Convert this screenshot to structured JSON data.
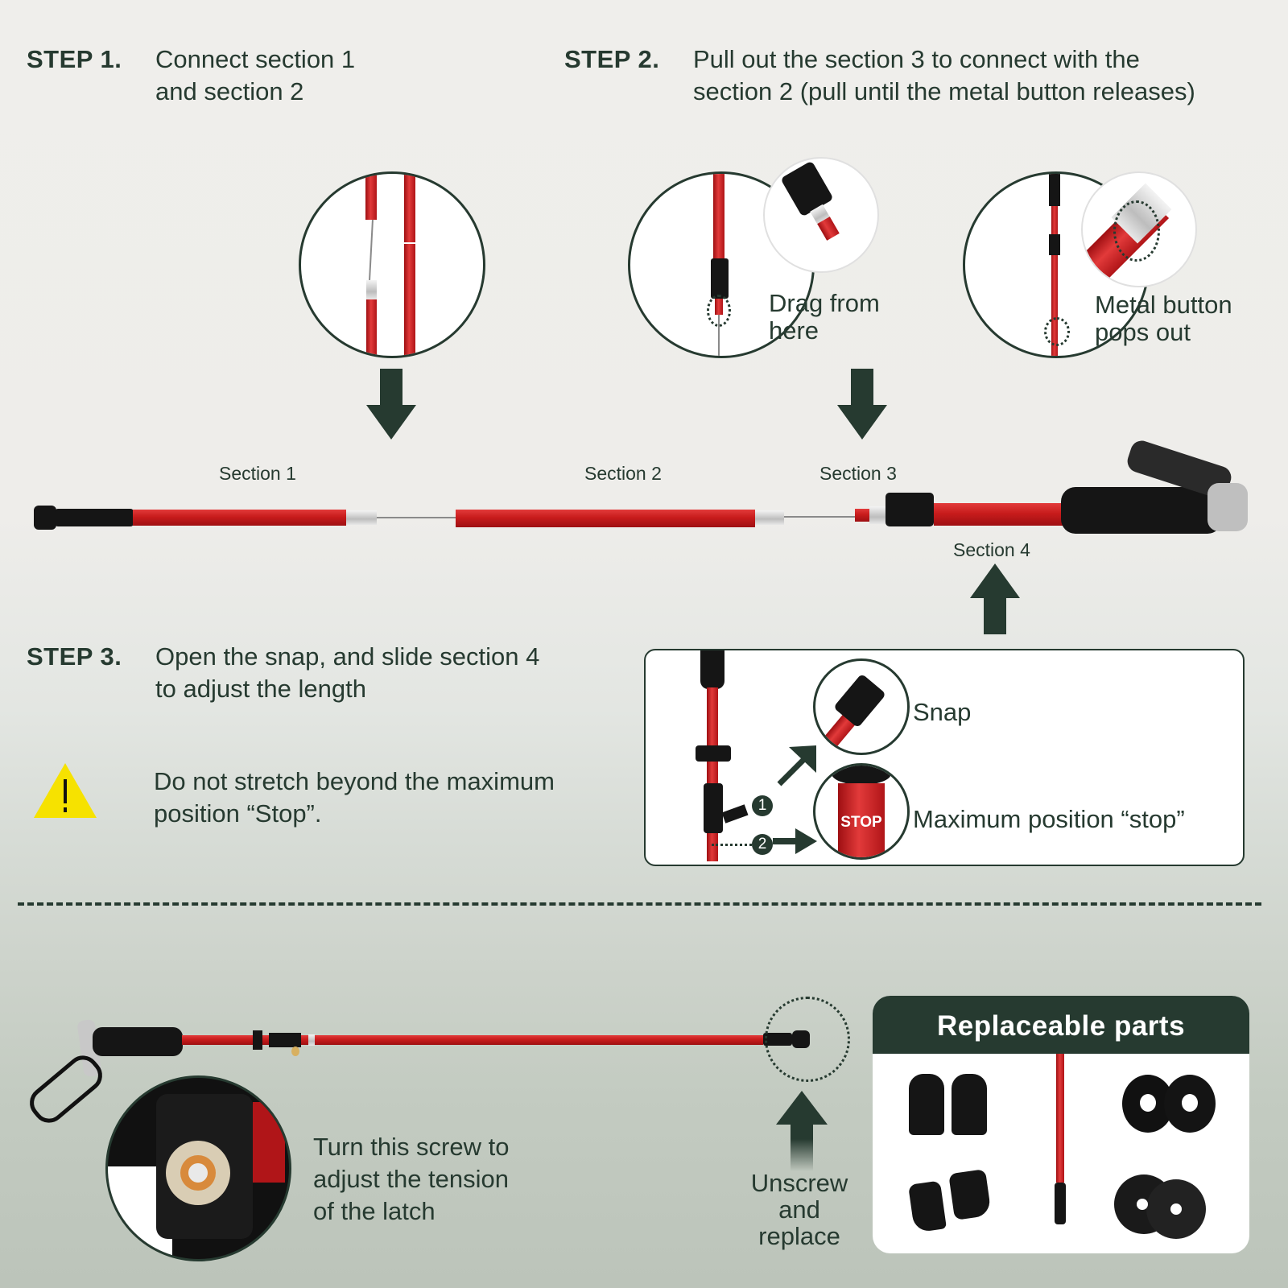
{
  "colors": {
    "accent_dark_green": "#263a30",
    "pole_red": "#c81c1c",
    "warning_yellow": "#f6e200",
    "panel_white": "#ffffff"
  },
  "step1": {
    "heading": "STEP 1.",
    "line1": "Connect section 1",
    "line2": "and section 2"
  },
  "step2": {
    "heading": "STEP 2.",
    "line1": "Pull out the section 3 to connect with the",
    "line2": "section 2 (pull until the metal button releases)",
    "callout_drag_line1": "Drag from",
    "callout_drag_line2": "here",
    "callout_button_line1": "Metal button",
    "callout_button_line2": "pops out"
  },
  "sections": {
    "section1": "Section 1",
    "section2": "Section 2",
    "section3": "Section 3",
    "section4": "Section 4"
  },
  "step3": {
    "heading": "STEP 3.",
    "line1": "Open the snap, and slide section 4",
    "line2": "to adjust the length",
    "warning_icon": "warning-triangle-icon",
    "warning_line1": "Do not stretch beyond the maximum",
    "warning_line2": "position “Stop”.",
    "box": {
      "snap_label": "Snap",
      "stop_label": "Maximum position “stop”",
      "badge1": "1",
      "badge2": "2",
      "stop_marking": "STOP"
    }
  },
  "bottom": {
    "screw_line1": "Turn this screw to",
    "screw_line2": "adjust the tension",
    "screw_line3": "of the latch",
    "unscrew_line1": "Unscrew",
    "unscrew_line2": "and",
    "unscrew_line3": "replace"
  },
  "replaceable_parts": {
    "title": "Replaceable parts",
    "items": [
      "rubber-tip-caps",
      "baskets-small",
      "walking-boot-pads",
      "pole-tip-section",
      "snow-baskets"
    ]
  }
}
